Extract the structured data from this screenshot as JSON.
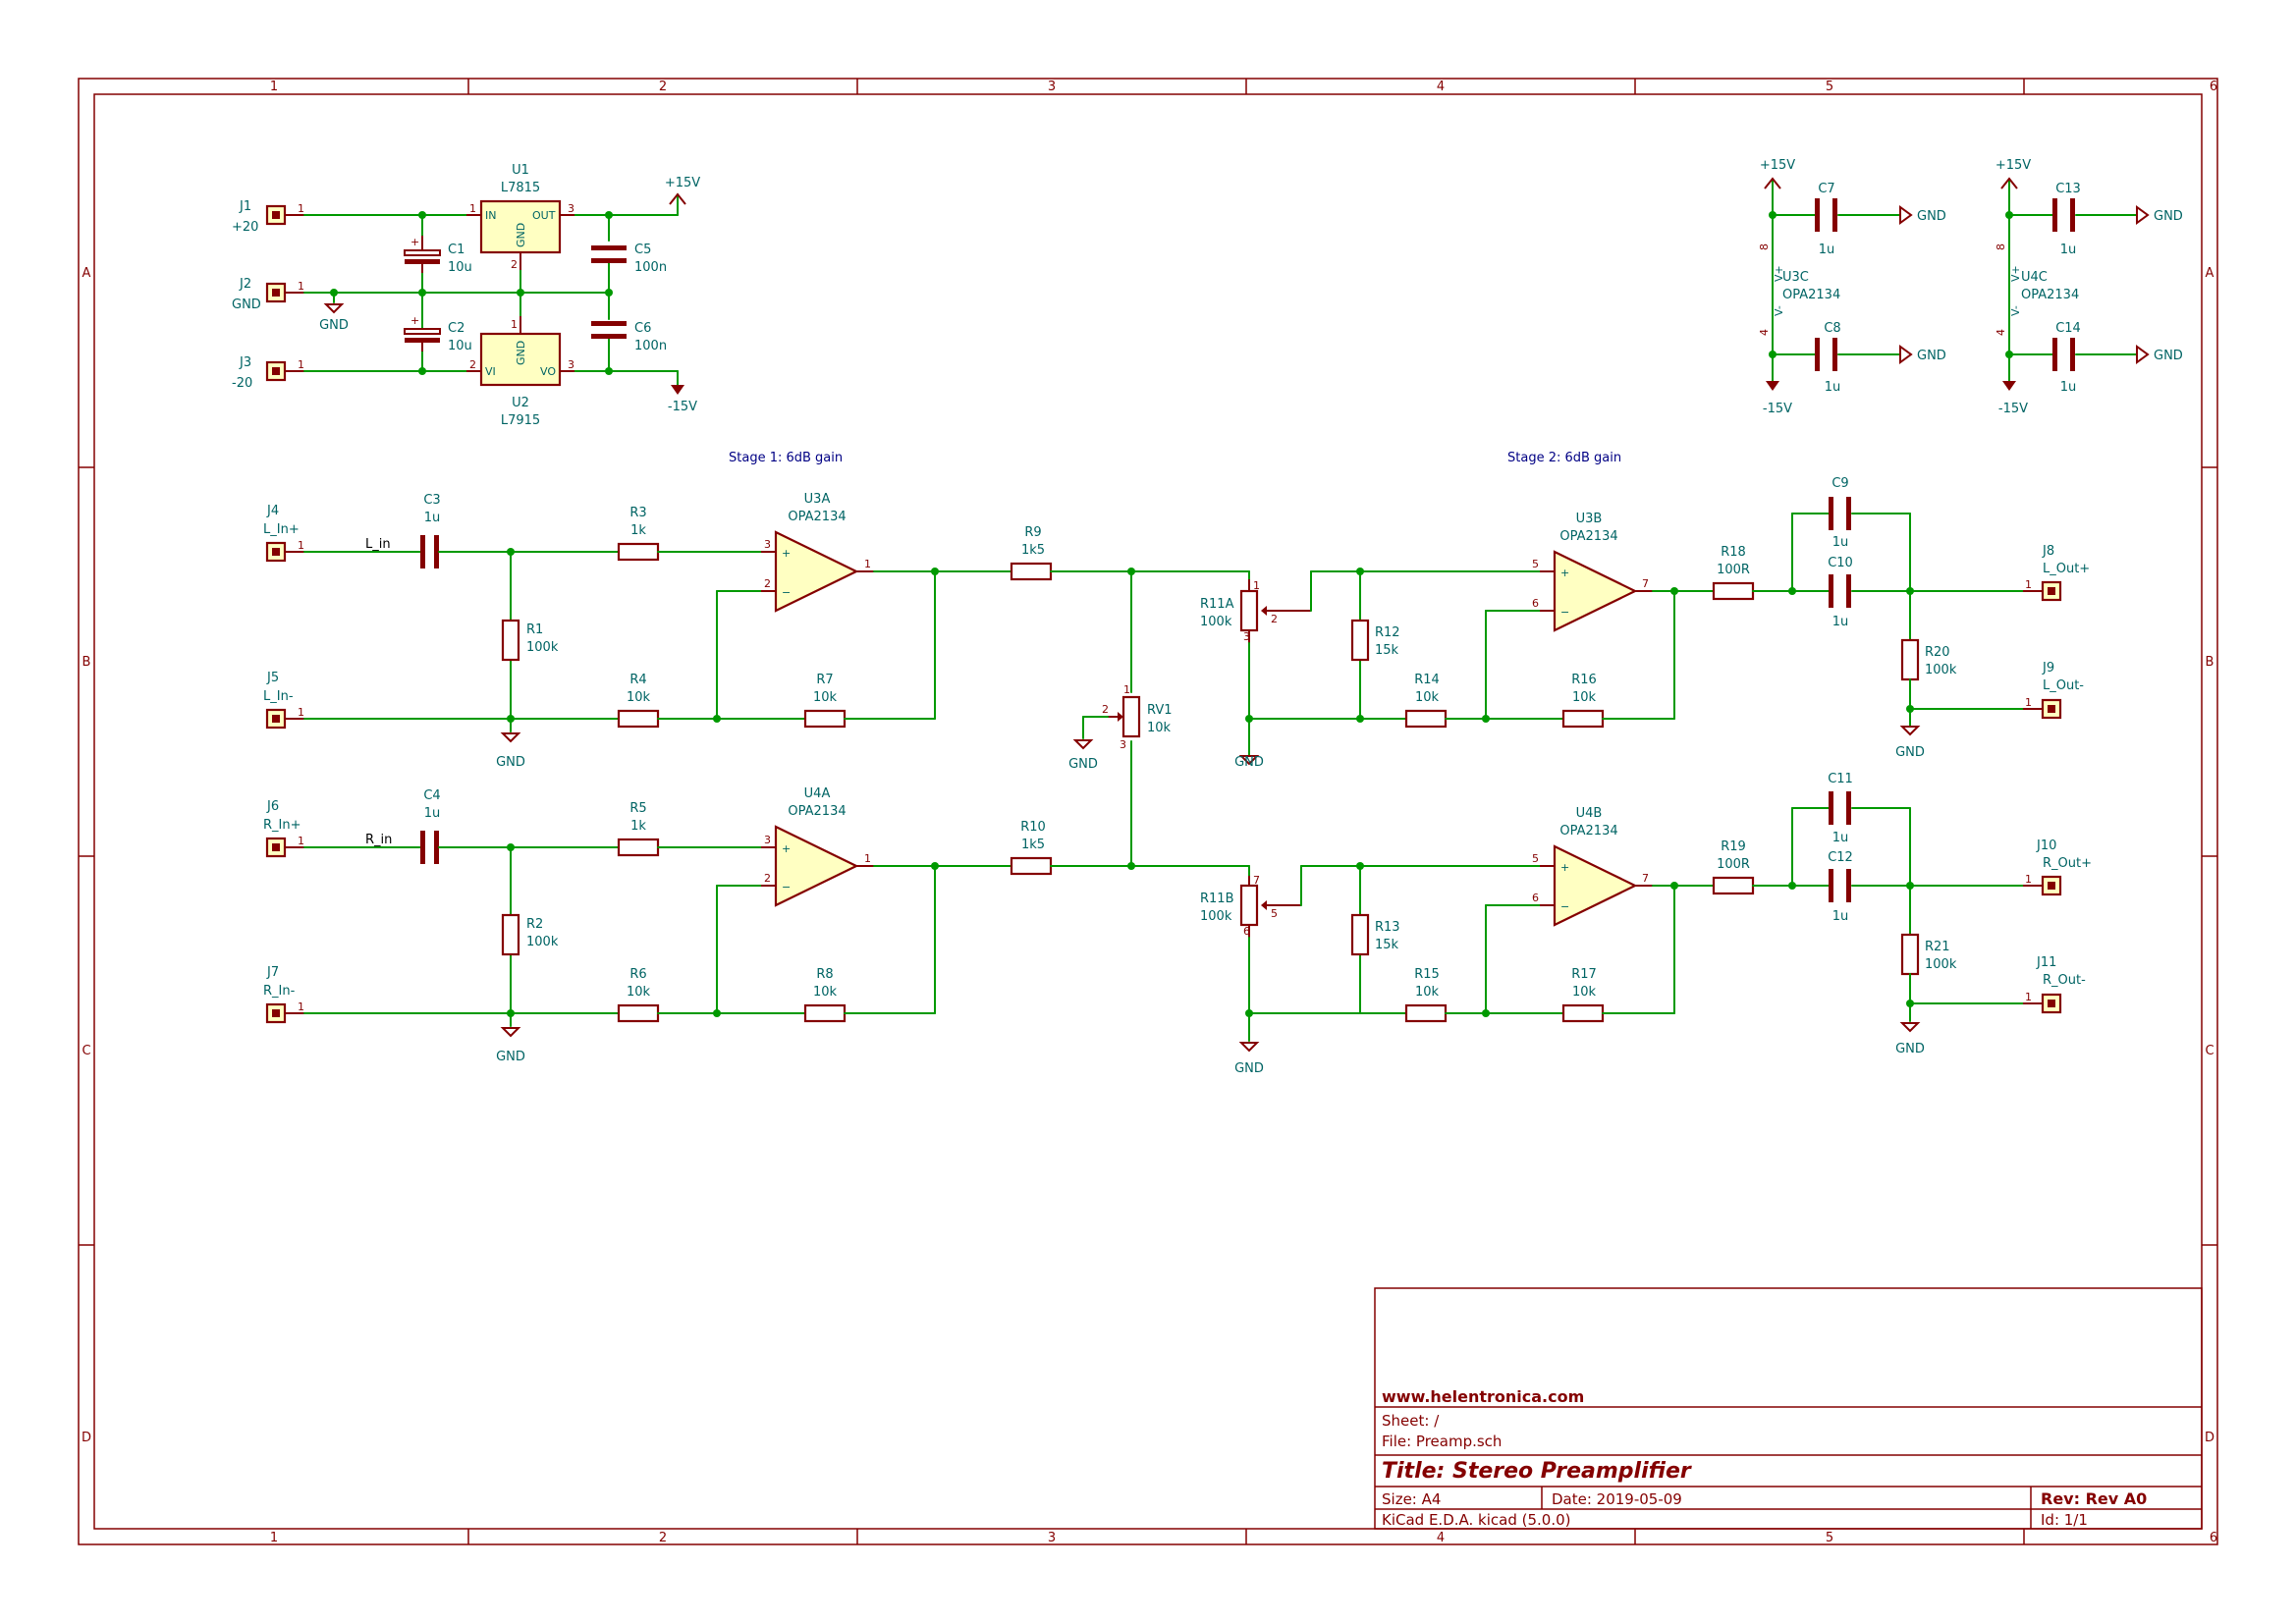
{
  "grid": {
    "columns": [
      "1",
      "2",
      "3",
      "4",
      "5",
      "6"
    ],
    "rows": [
      "A",
      "B",
      "C",
      "D"
    ]
  },
  "notes": {
    "stage1": "Stage 1: 6dB gain",
    "stage2": "Stage 2: 6dB gain"
  },
  "net_labels": {
    "l_in": "L_in",
    "r_in": "R_in"
  },
  "power_symbols": {
    "gnd": "GND",
    "p15": "+15V",
    "m15": "-15V"
  },
  "connectors": [
    {
      "ref": "J1",
      "val": "+20"
    },
    {
      "ref": "J2",
      "val": "GND"
    },
    {
      "ref": "J3",
      "val": "-20"
    },
    {
      "ref": "J4",
      "val": "L_In+"
    },
    {
      "ref": "J5",
      "val": "L_In-"
    },
    {
      "ref": "J6",
      "val": "R_In+"
    },
    {
      "ref": "J7",
      "val": "R_In-"
    },
    {
      "ref": "J8",
      "val": "L_Out+"
    },
    {
      "ref": "J9",
      "val": "L_Out-"
    },
    {
      "ref": "J10",
      "val": "R_Out+"
    },
    {
      "ref": "J11",
      "val": "R_Out-"
    }
  ],
  "regulators": [
    {
      "ref": "U1",
      "val": "L7815",
      "pins": {
        "in": "IN",
        "out": "OUT",
        "gnd": "GND"
      }
    },
    {
      "ref": "U2",
      "val": "L7915",
      "pins": {
        "in": "VI",
        "out": "VO",
        "gnd": "GND"
      }
    }
  ],
  "opamps": [
    {
      "ref": "U3A",
      "val": "OPA2134"
    },
    {
      "ref": "U4A",
      "val": "OPA2134"
    },
    {
      "ref": "U3B",
      "val": "OPA2134"
    },
    {
      "ref": "U4B",
      "val": "OPA2134"
    },
    {
      "ref": "U3C",
      "val": "OPA2134"
    },
    {
      "ref": "U4C",
      "val": "OPA2134"
    }
  ],
  "opamp_supply_pins": {
    "vp": "V+",
    "vm": "V-",
    "p8": "8",
    "p4": "4"
  },
  "capacitors": [
    {
      "ref": "C1",
      "val": "10u"
    },
    {
      "ref": "C2",
      "val": "10u"
    },
    {
      "ref": "C3",
      "val": "1u"
    },
    {
      "ref": "C4",
      "val": "1u"
    },
    {
      "ref": "C5",
      "val": "100n"
    },
    {
      "ref": "C6",
      "val": "100n"
    },
    {
      "ref": "C7",
      "val": "1u"
    },
    {
      "ref": "C8",
      "val": "1u"
    },
    {
      "ref": "C9",
      "val": "1u"
    },
    {
      "ref": "C10",
      "val": "1u"
    },
    {
      "ref": "C11",
      "val": "1u"
    },
    {
      "ref": "C12",
      "val": "1u"
    },
    {
      "ref": "C13",
      "val": "1u"
    },
    {
      "ref": "C14",
      "val": "1u"
    }
  ],
  "resistors": [
    {
      "ref": "R1",
      "val": "100k"
    },
    {
      "ref": "R2",
      "val": "100k"
    },
    {
      "ref": "R3",
      "val": "1k"
    },
    {
      "ref": "R4",
      "val": "10k"
    },
    {
      "ref": "R5",
      "val": "1k"
    },
    {
      "ref": "R6",
      "val": "10k"
    },
    {
      "ref": "R7",
      "val": "10k"
    },
    {
      "ref": "R8",
      "val": "10k"
    },
    {
      "ref": "R9",
      "val": "1k5"
    },
    {
      "ref": "R10",
      "val": "1k5"
    },
    {
      "ref": "R12",
      "val": "15k"
    },
    {
      "ref": "R13",
      "val": "15k"
    },
    {
      "ref": "R14",
      "val": "10k"
    },
    {
      "ref": "R15",
      "val": "10k"
    },
    {
      "ref": "R16",
      "val": "10k"
    },
    {
      "ref": "R17",
      "val": "10k"
    },
    {
      "ref": "R18",
      "val": "100R"
    },
    {
      "ref": "R19",
      "val": "100R"
    },
    {
      "ref": "R20",
      "val": "100k"
    },
    {
      "ref": "R21",
      "val": "100k"
    }
  ],
  "pots": [
    {
      "ref": "RV1",
      "val": "10k"
    },
    {
      "ref": "R11A",
      "val": "100k"
    },
    {
      "ref": "R11B",
      "val": "100k"
    }
  ],
  "title_block": {
    "url": "www.helentronica.com",
    "sheet": "Sheet: /",
    "file": "File: Preamp.sch",
    "title": "Title: Stereo Preamplifier",
    "size": "Size: A4",
    "date": "Date: 2019-05-09",
    "rev": "Rev: Rev A0",
    "tool": "KiCad E.D.A.  kicad (5.0.0)",
    "id": "Id: 1/1"
  },
  "colors": {
    "frame": "#840000",
    "wire": "#009900",
    "component_fill": "#ffffc2",
    "reference_text": "#006464",
    "note_text": "#000084"
  }
}
